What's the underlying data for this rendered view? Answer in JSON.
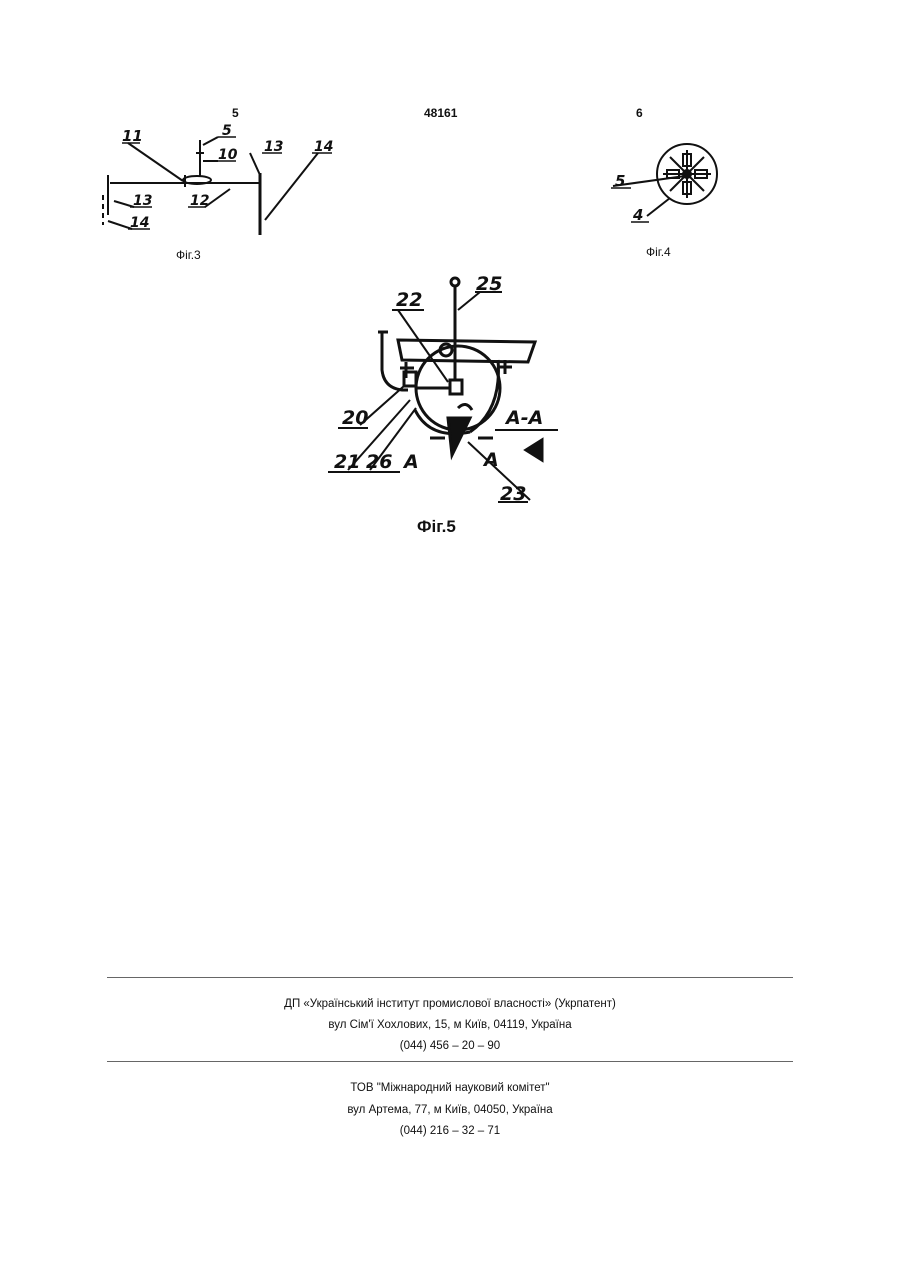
{
  "header": {
    "left_page": "5",
    "patent_number": "48161",
    "right_page": "6"
  },
  "figures": {
    "fig3": {
      "caption": "Фіг.3",
      "labels": {
        "l11": "11",
        "l5": "5",
        "l10": "10",
        "l13a": "13",
        "l14a": "14",
        "l13b": "13",
        "l12": "12",
        "l14b": "14"
      }
    },
    "fig4": {
      "caption": "Фіг.4",
      "labels": {
        "l5": "5",
        "l4": "4"
      }
    },
    "fig5": {
      "caption": "Фіг.5",
      "labels": {
        "l22": "22",
        "l25": "25",
        "l20": "20",
        "l21": "21",
        "l26": "26",
        "lA1": "A",
        "lA2": "A",
        "lAA": "A-A",
        "l23": "23"
      }
    }
  },
  "footer": {
    "org1": {
      "name": "ДП «Український інститут промислової власності» (Укрпатент)",
      "address": "вул  Сім'ї Хохлових, 15, м  Київ, 04119, Україна",
      "phone": "(044) 456 – 20 –  90"
    },
    "org2": {
      "name": "ТОВ \"Міжнародний науковий комітет\"",
      "address": "вул  Артема, 77, м  Київ, 04050, Україна",
      "phone": "(044) 216 – 32 – 71"
    }
  }
}
